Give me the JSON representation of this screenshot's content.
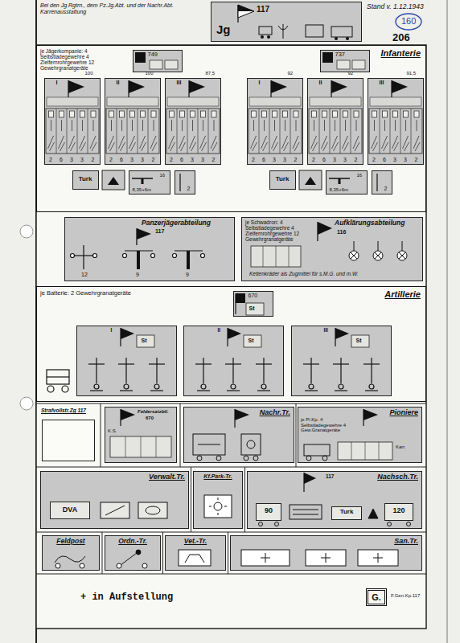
{
  "diagram": {
    "nodes": [
      {
        "text": [
          "Jg",
          "117"
        ]
      },
      {
        "text": [
          "Infanterie"
        ]
      },
      {
        "text": [
          "749"
        ],
        "in": 1
      },
      {
        "text": [
          "737"
        ],
        "in": 1
      },
      {
        "text": [
          "I",
          "100"
        ],
        "in": 1
      },
      {
        "text": [
          "II",
          "100"
        ],
        "in": 1
      },
      {
        "text": [
          "III",
          "87,5"
        ],
        "in": 1
      },
      {
        "text": [
          "I",
          "92"
        ],
        "in": 1
      },
      {
        "text": [
          "II",
          "92"
        ],
        "in": 1
      },
      {
        "text": [
          "III",
          "91,5"
        ],
        "in": 1
      },
      {
        "text": [
          "Turk"
        ],
        "in": 1
      },
      {
        "text": [
          "16",
          "8,35+6m"
        ],
        "in": 1
      },
      {
        "text": [
          "2"
        ],
        "in": 1
      },
      {
        "text": [
          "Turk"
        ],
        "in": 1
      },
      {
        "text": [
          "16",
          "8,35+6m"
        ],
        "in": 1
      },
      {
        "text": [
          "2"
        ],
        "in": 1
      },
      {
        "text": [
          "Panzerjägerabteilung",
          "117"
        ]
      },
      {
        "text": [
          "Aufklärungsabteilung",
          "116"
        ]
      },
      {
        "text": [
          "Artillerie"
        ]
      },
      {
        "text": [
          "670",
          "St"
        ],
        "in": 18
      },
      {
        "text": [
          "I",
          "St"
        ],
        "in": 18
      },
      {
        "text": [
          "II",
          "St"
        ],
        "in": 18
      },
      {
        "text": [
          "III",
          "St"
        ],
        "in": 18
      },
      {
        "text": [
          "Strafvollstr.Zg 117"
        ]
      },
      {
        "text": [
          "Feldersatzbtl.",
          "670"
        ]
      },
      {
        "text": [
          "Nachr.Tr."
        ]
      },
      {
        "text": [
          "Pioniere"
        ]
      },
      {
        "text": [
          "Verwalt.Tr."
        ]
      },
      {
        "text": [
          "DVA"
        ],
        "in": 27
      },
      {
        "text": [
          "Kf.Park-Tr."
        ]
      },
      {
        "text": [
          "Nachsch.Tr.",
          "117"
        ]
      },
      {
        "text": [
          "90"
        ],
        "in": 30
      },
      {
        "text": [
          "Turk"
        ],
        "in": 30
      },
      {
        "text": [
          "120"
        ],
        "in": 30
      },
      {
        "text": [
          "Feldpost"
        ]
      },
      {
        "text": [
          "Ordn.-Tr."
        ]
      },
      {
        "text": [
          "Vet.-Tr."
        ]
      },
      {
        "text": [
          "San.Tr."
        ]
      },
      {
        "text": [
          "G."
        ]
      }
    ],
    "labels": [
      "Bei den Jg.Rgtrn., dem Pz.Jg.Abt. und der Nachr.Abt. Karrenausstattung",
      "Stand v. 1.12.1943",
      "160",
      "206",
      "je Jägerkompanie: 4 Selbstladegewehre 4 Zielfernrohrgewehre 12 Gewehrgranatgeräte",
      "je Schwadron: 4 Selbstladegewehre 4 Zielfernrohrgewehre 12 Gewehrgranatgeräte",
      "Kettenkräder als Zugmittel für s.M.G. und m.W.",
      "je Batterie: 2 Gewehrgranatgeräte",
      "12",
      "9",
      "9",
      "K.S.",
      "je Pi.Kp. 4 Selbstladegewehre 4 Gew.Granatgeräte",
      "+ in Aufstellung",
      "F.Gen.Kp.117",
      "Karr.",
      "2",
      "6",
      "3",
      "3",
      "2",
      "2",
      "6",
      "3",
      "3",
      "2",
      "2",
      "6",
      "3",
      "3",
      "2",
      "2",
      "6",
      "3",
      "3",
      "2",
      "2",
      "6",
      "3",
      "3",
      "2",
      "2",
      "6",
      "3",
      "3",
      "2"
    ]
  }
}
